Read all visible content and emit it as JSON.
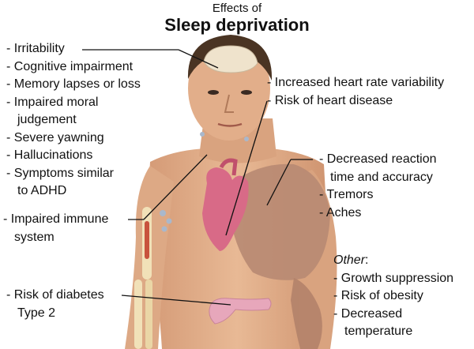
{
  "title": {
    "line1": "Effects of",
    "line2": "Sleep deprivation"
  },
  "brain_effects": {
    "l1": "- Irritability",
    "l2": "- Cognitive impairment",
    "l3": "- Memory lapses or loss",
    "l4": "- Impaired moral",
    "l5": "judgement",
    "l6": "- Severe yawning",
    "l7": "- Hallucinations",
    "l8": "- Symptoms similar",
    "l9": "to ADHD"
  },
  "immune_effects": {
    "l1": "- Impaired immune",
    "l2": "system"
  },
  "diabetes_effects": {
    "l1": "- Risk of diabetes",
    "l2": "Type 2"
  },
  "heart_effects": {
    "l1": "- Increased heart rate variability",
    "l2": "- Risk of heart disease"
  },
  "muscle_effects": {
    "l1": "- Decreased reaction",
    "l2": "time and accuracy",
    "l3": "- Tremors",
    "l4": "- Aches"
  },
  "other_effects": {
    "heading": "Other",
    "heading_suffix": ":",
    "l1": "- Growth suppression",
    "l2": "- Risk of obesity",
    "l3": "- Decreased",
    "l4": "temperature"
  },
  "colors": {
    "skin": "#e3b08c",
    "skin_shadow": "#c98e6b",
    "hair": "#4a3423",
    "muscle": "#b98a73",
    "heart": "#d86a87",
    "brain": "#efe3cc",
    "bone": "#f1e1b8",
    "pancreas": "#e7a7bb",
    "line": "#111111"
  }
}
